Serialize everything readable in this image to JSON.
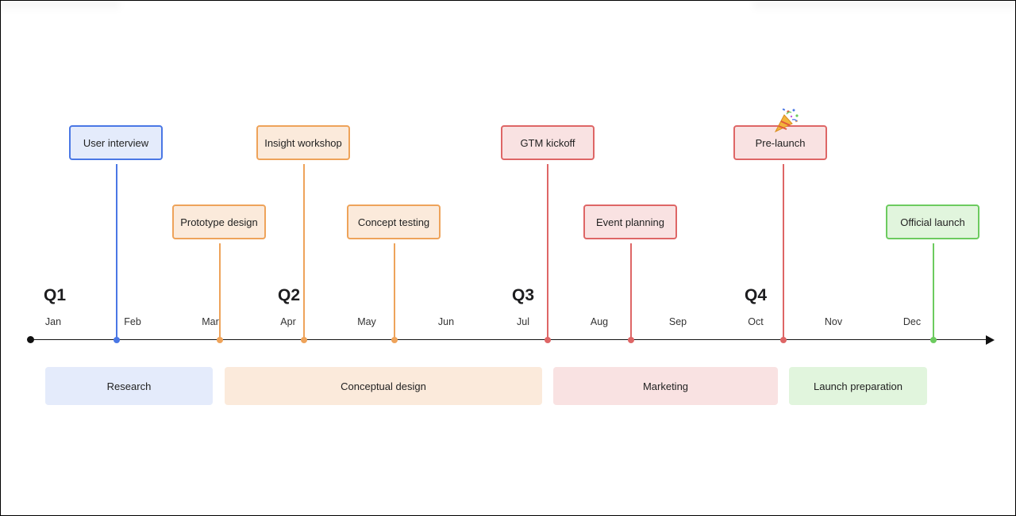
{
  "colors": {
    "research": {
      "line": "#4a77e5",
      "fill": "#e4ebfb"
    },
    "design": {
      "line": "#eea35a",
      "fill": "#fbeadb"
    },
    "marketing": {
      "line": "#de6666",
      "fill": "#f9e2e2"
    },
    "launch": {
      "line": "#6ccb5f",
      "fill": "#e1f5dd"
    }
  },
  "quarters": [
    "Q1",
    "Q2",
    "Q3",
    "Q4"
  ],
  "months": [
    "Jan",
    "Feb",
    "Mar",
    "Apr",
    "May",
    "Jun",
    "Jul",
    "Aug",
    "Sep",
    "Oct",
    "Nov",
    "Dec"
  ],
  "events": [
    {
      "label": "User interview",
      "group": "research"
    },
    {
      "label": "Prototype design",
      "group": "design"
    },
    {
      "label": "Insight workshop",
      "group": "design"
    },
    {
      "label": "Concept testing",
      "group": "design"
    },
    {
      "label": "GTM kickoff",
      "group": "marketing"
    },
    {
      "label": "Event planning",
      "group": "marketing"
    },
    {
      "label": "Pre-launch",
      "group": "marketing",
      "icon": "party-popper-icon"
    },
    {
      "label": "Official launch",
      "group": "launch"
    }
  ],
  "phases": [
    {
      "label": "Research",
      "group": "research"
    },
    {
      "label": "Conceptual design",
      "group": "design"
    },
    {
      "label": "Marketing",
      "group": "marketing"
    },
    {
      "label": "Launch preparation",
      "group": "launch"
    }
  ]
}
